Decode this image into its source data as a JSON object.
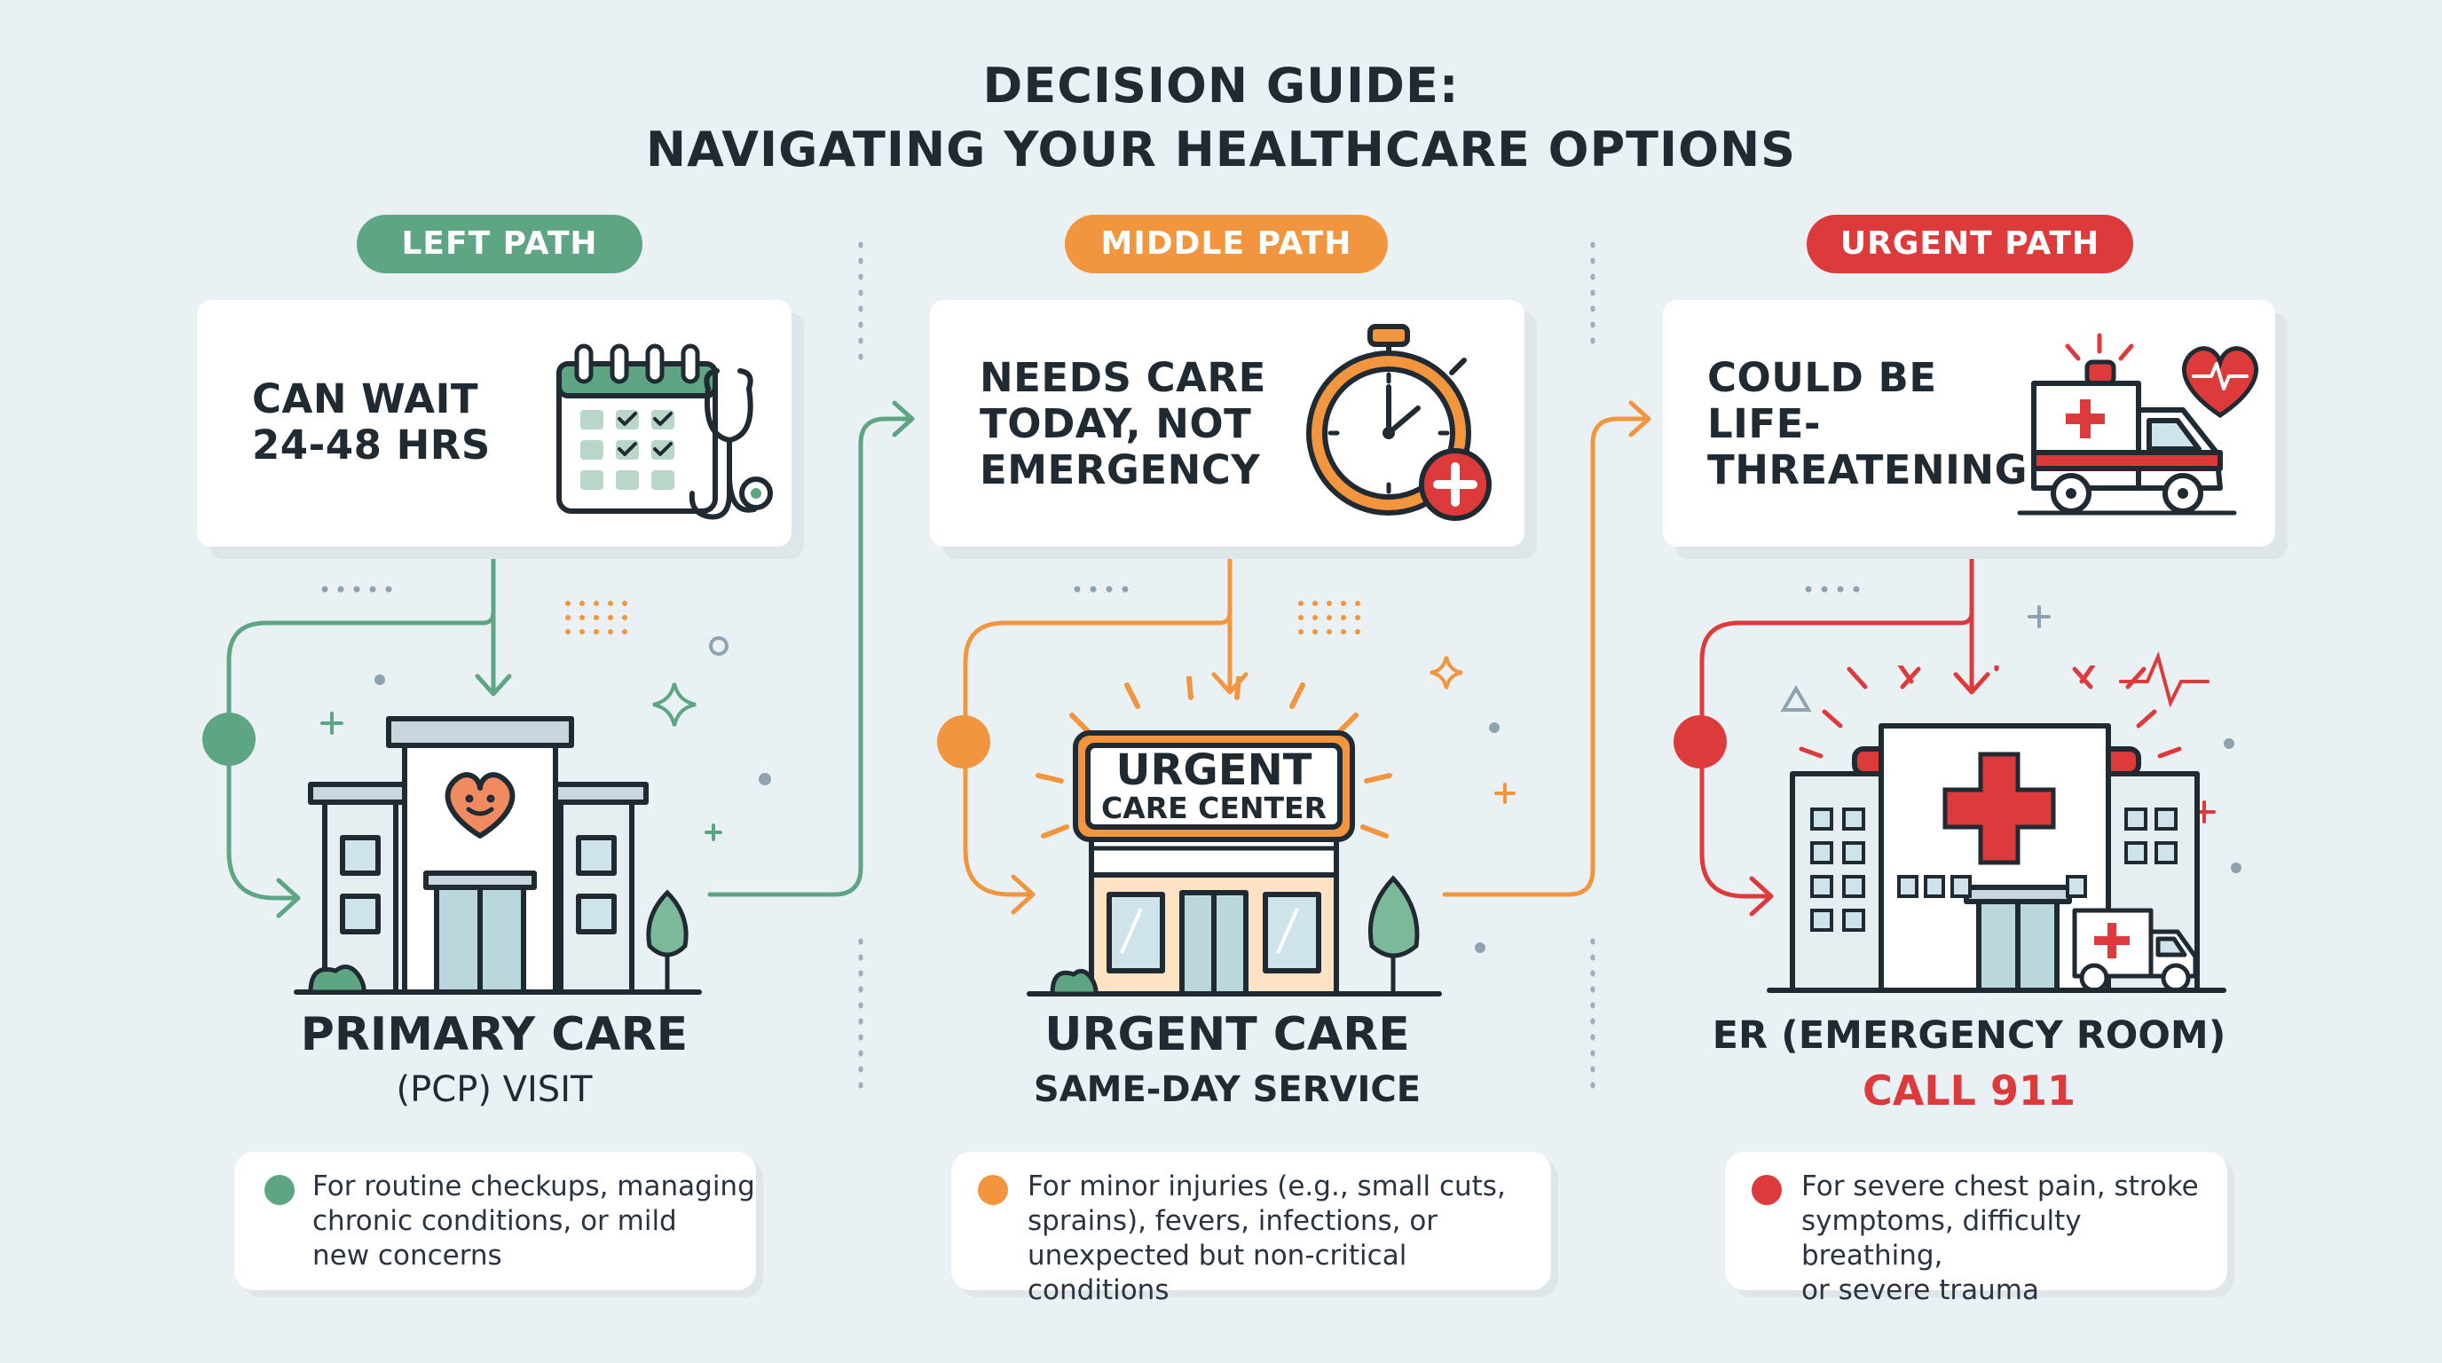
{
  "title": {
    "line1": "DECISION GUIDE:",
    "line2": "NAVIGATING YOUR HEALTHCARE OPTIONS"
  },
  "colors": {
    "left": "#5ea584",
    "middle": "#f1953f",
    "urgent": "#dd3b3b",
    "ink": "#1f2a33",
    "background": "#eaf1f5"
  },
  "paths": [
    {
      "pill": "LEFT PATH",
      "condition": "CAN WAIT\n24-48 HRS",
      "condition_icon": "calendar-stethoscope-icon",
      "building_icon": "clinic-building-icon",
      "destination_main": "PRIMARY CARE",
      "destination_sub": "(PCP) VISIT",
      "note": "For routine checkups, managing\nchronic conditions, or mild\nnew concerns"
    },
    {
      "pill": "MIDDLE PATH",
      "condition": "NEEDS CARE\nTODAY, NOT\nEMERGENCY",
      "condition_icon": "stopwatch-icon",
      "building_icon": "urgent-care-building-icon",
      "sign_line1": "URGENT",
      "sign_line2": "CARE CENTER",
      "destination_main": "URGENT CARE",
      "destination_sub": "SAME-DAY SERVICE",
      "note": "For minor injuries (e.g., small cuts,\nsprains), fevers, infections, or\nunexpected but non-critical conditions"
    },
    {
      "pill": "URGENT PATH",
      "condition": "COULD BE\nLIFE-\nTHREATENING",
      "condition_icon": "ambulance-heart-icon",
      "building_icon": "hospital-building-icon",
      "destination_main": "ER (EMERGENCY ROOM)",
      "destination_sub": "CALL 911",
      "note": "For severe chest pain, stroke\nsymptoms, difficulty breathing,\nor severe trauma"
    }
  ]
}
